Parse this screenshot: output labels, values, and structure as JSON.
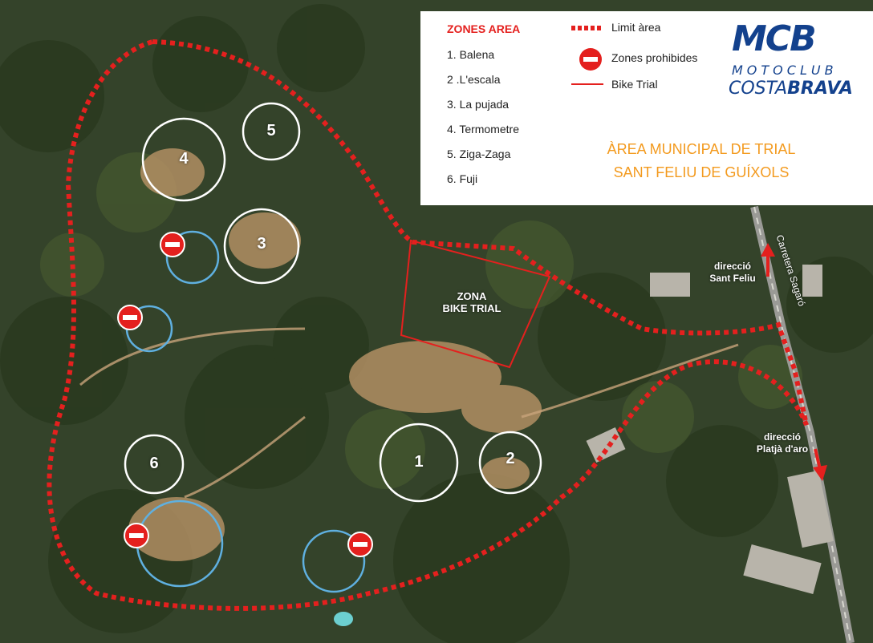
{
  "legend": {
    "title": "ZONES AREA",
    "zones": [
      "1. Balena",
      "2 .L'escala",
      "3. La pujada",
      "4. Termometre",
      "5. Ziga-Zaga",
      "6. Fuji"
    ],
    "key_limit": "Limit àrea",
    "key_prohibited": "Zones prohibides",
    "key_bike_trial": "Bike Trial"
  },
  "brand": {
    "mark": "MCB",
    "line1": "MOTOCLUB",
    "line2_a": "COSTA",
    "line2_b": "BRAVA"
  },
  "area_title": {
    "line1": "ÀREA MUNICIPAL DE TRIAL",
    "line2": "SANT FELIU DE GUÍXOLS"
  },
  "map": {
    "zone_bike_trial_line1": "ZONA",
    "zone_bike_trial_line2": "BIKE TRIAL",
    "direction_north_line1": "direcció",
    "direction_north_line2": "Sant Feliu",
    "direction_south_line1": "direcció",
    "direction_south_line2": "Platjà d'aro",
    "road_name": "Carretera Sagaró",
    "zone_numbers": [
      "1",
      "2",
      "3",
      "4",
      "5",
      "6"
    ]
  },
  "colors": {
    "limit_red": "#e4201e",
    "zone_circle": "#ffffff",
    "prohibited_circle": "#5fb0e0",
    "title_orange": "#f39a1e",
    "brand_blue": "#13418d"
  }
}
